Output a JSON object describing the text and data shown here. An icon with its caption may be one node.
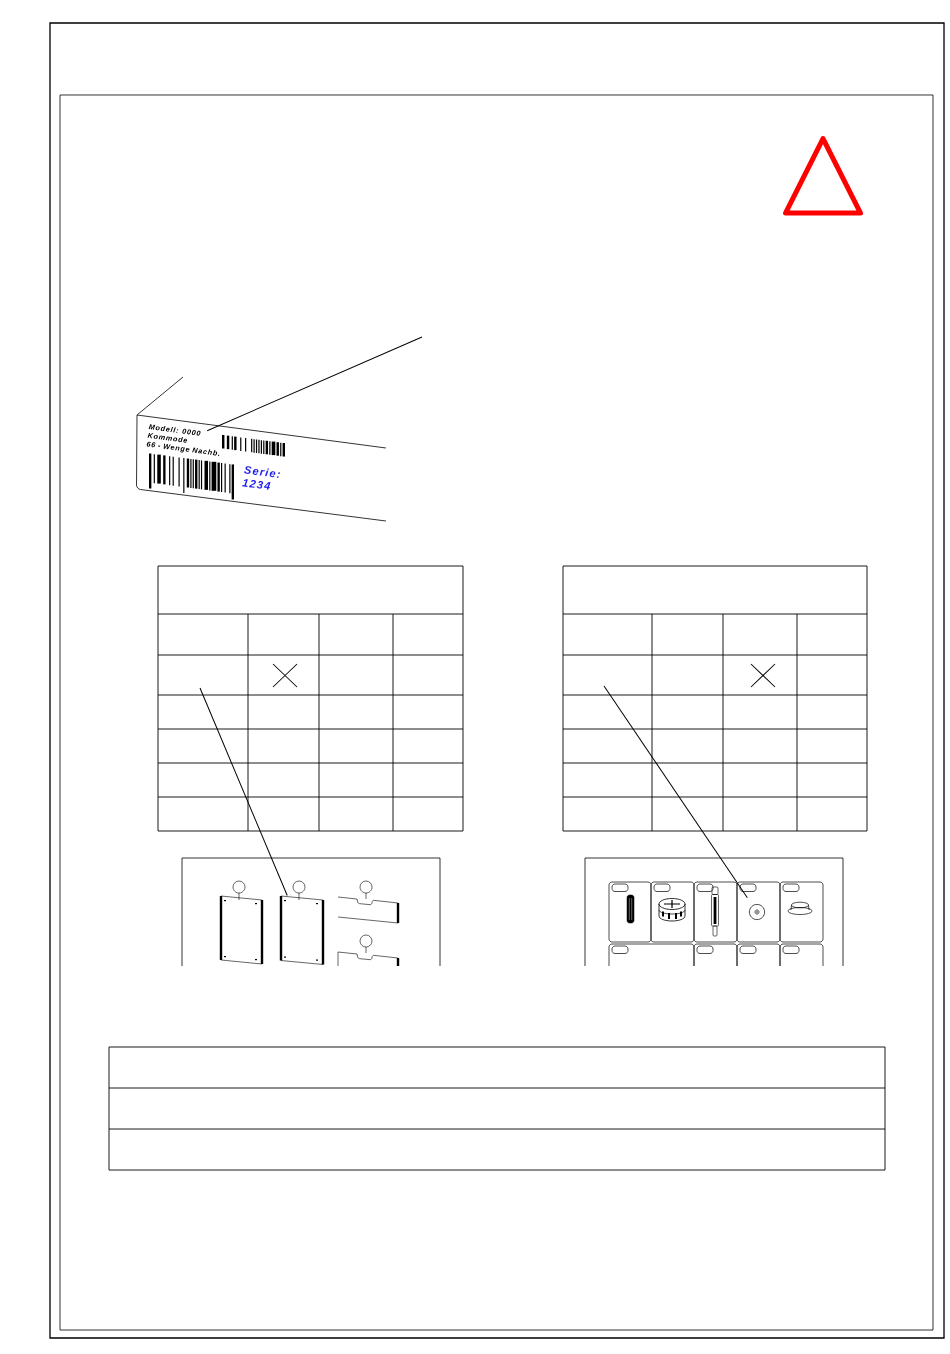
{
  "diagram": {
    "nodes": [
      {
        "text": [],
        "shape": "triangle"
      },
      {
        "text": [
          "Modell: 0000",
          "Kommode",
          "66 - Wenge Nachb."
        ]
      },
      {
        "text": [
          "Serie: 1234"
        ]
      },
      {
        "text": [],
        "shape": "picture"
      },
      {
        "text": [],
        "shape": "picture"
      }
    ],
    "edges": [
      {
        "from": null,
        "to": 1,
        "arrow": "none"
      },
      {
        "from": null,
        "to": 3,
        "arrow": "none"
      },
      {
        "from": null,
        "to": 4,
        "arrow": "none"
      }
    ]
  }
}
